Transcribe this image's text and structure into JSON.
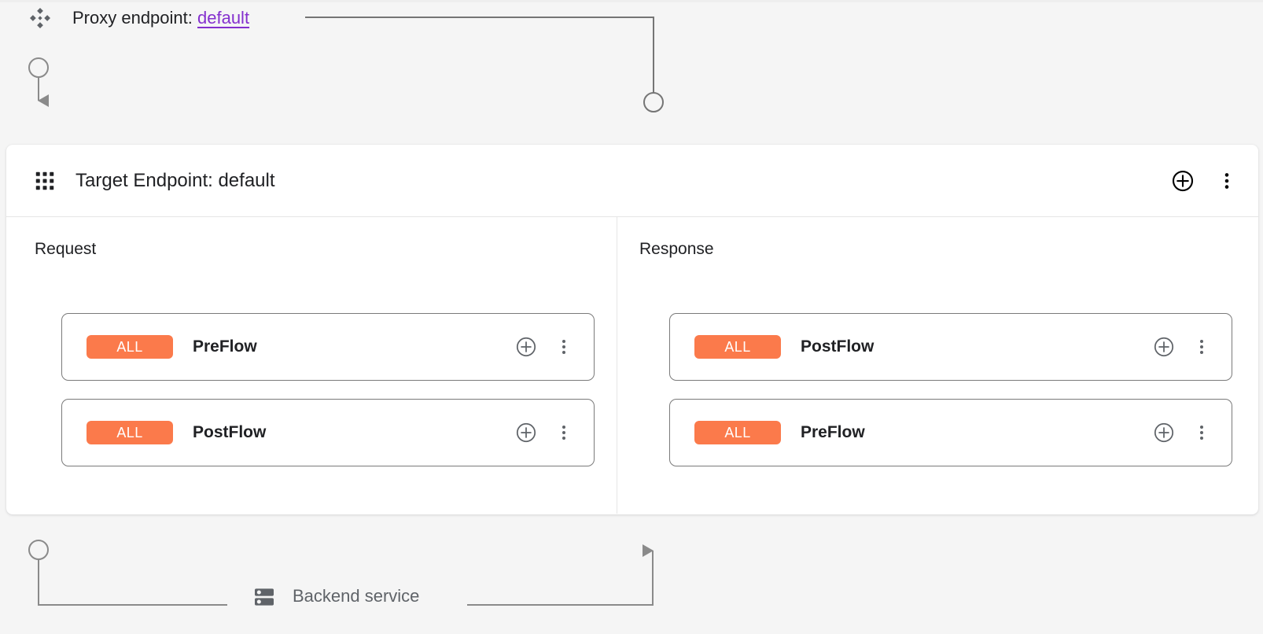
{
  "proxy": {
    "icon": "proxy-endpoint-icon",
    "label_prefix": "Proxy endpoint:",
    "link_text": "default"
  },
  "target_panel": {
    "icon": "grid-apps-icon",
    "title": "Target Endpoint: default",
    "actions": [
      {
        "name": "add-icon",
        "glyph": "plus-circle"
      },
      {
        "name": "more-options-icon",
        "glyph": "vertical-dots"
      }
    ]
  },
  "columns": [
    {
      "id": "request",
      "title": "Request",
      "direction": "down",
      "flows": [
        {
          "badge": "ALL",
          "name": "PreFlow",
          "actions": [
            {
              "name": "add-policy-icon",
              "glyph": "plus-circle"
            },
            {
              "name": "more-options-icon",
              "glyph": "vertical-dots"
            }
          ]
        },
        {
          "badge": "ALL",
          "name": "PostFlow",
          "actions": [
            {
              "name": "add-policy-icon",
              "glyph": "plus-circle"
            },
            {
              "name": "more-options-icon",
              "glyph": "vertical-dots"
            }
          ]
        }
      ]
    },
    {
      "id": "response",
      "title": "Response",
      "direction": "up",
      "flows": [
        {
          "badge": "ALL",
          "name": "PostFlow",
          "actions": [
            {
              "name": "add-policy-icon",
              "glyph": "plus-circle"
            },
            {
              "name": "more-options-icon",
              "glyph": "vertical-dots"
            }
          ]
        },
        {
          "badge": "ALL",
          "name": "PreFlow",
          "actions": [
            {
              "name": "add-policy-icon",
              "glyph": "plus-circle"
            },
            {
              "name": "more-options-icon",
              "glyph": "vertical-dots"
            }
          ]
        }
      ]
    }
  ],
  "backend": {
    "icon": "server-rack-icon",
    "label": "Backend service"
  },
  "colors": {
    "background": "#f5f5f5",
    "panel": "#ffffff",
    "badge_orange": "#fb7a4b",
    "link_purple": "#8430ce",
    "wire_gray": "#757575",
    "card_border": "#7a7a7a",
    "text_primary": "#202124",
    "text_muted": "#5f6368"
  }
}
